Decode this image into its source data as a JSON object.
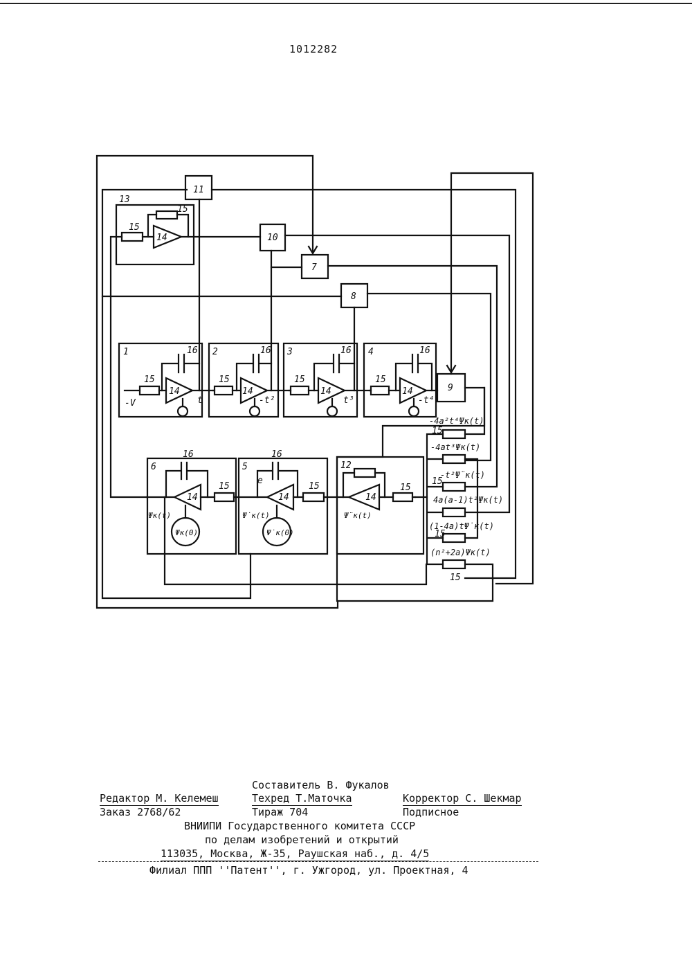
{
  "header": {
    "patent_number": "1012282"
  },
  "diagram": {
    "block_labels": [
      "1",
      "2",
      "3",
      "4",
      "5",
      "6",
      "7",
      "8",
      "9",
      "10",
      "11",
      "12",
      "13"
    ],
    "component_labels": {
      "amp": "14",
      "resistor": "15",
      "capacitor": "16"
    },
    "signal_labels": {
      "input": "-V",
      "out_1": "t",
      "out_2": "-t²",
      "out_3": "t³",
      "out_4": "-t⁴",
      "psi": "Ψк(t)",
      "psi_dot": "Ψ̇к(t)",
      "psi_ddot": "Ψ̈к(t)",
      "ic_6": "Ψк(0)",
      "ic_5": "Ψ̇к(0)",
      "node_e": "e"
    },
    "coefficients": [
      "-4a²t⁴Ψк(t)",
      "-4at³Ψк(t)",
      "-t²Ψ̈к(t)",
      "4a(a-1)t²Ψк(t)",
      "(1-4a)tΨ̇к(t)",
      "(n²+2a)Ψк(t)"
    ]
  },
  "imprint": {
    "compiler": "Составитель В. Фукалов",
    "editor": "Редактор М. Келемеш",
    "techred": "Техред Т.Маточка",
    "corrector": "Корректор С. Шекмар",
    "order": "Заказ 2768/62",
    "circulation": "Тираж 704",
    "subscription": "Подписное",
    "org_1": "ВНИИПИ Государственного комитета СССР",
    "org_2": "по делам изобретений и открытий",
    "address": "113035, Москва, Ж-35, Раушская наб., д. 4/5",
    "branch": "Филиал ППП ''Патент'', г. Ужгород, ул. Проектная, 4"
  }
}
